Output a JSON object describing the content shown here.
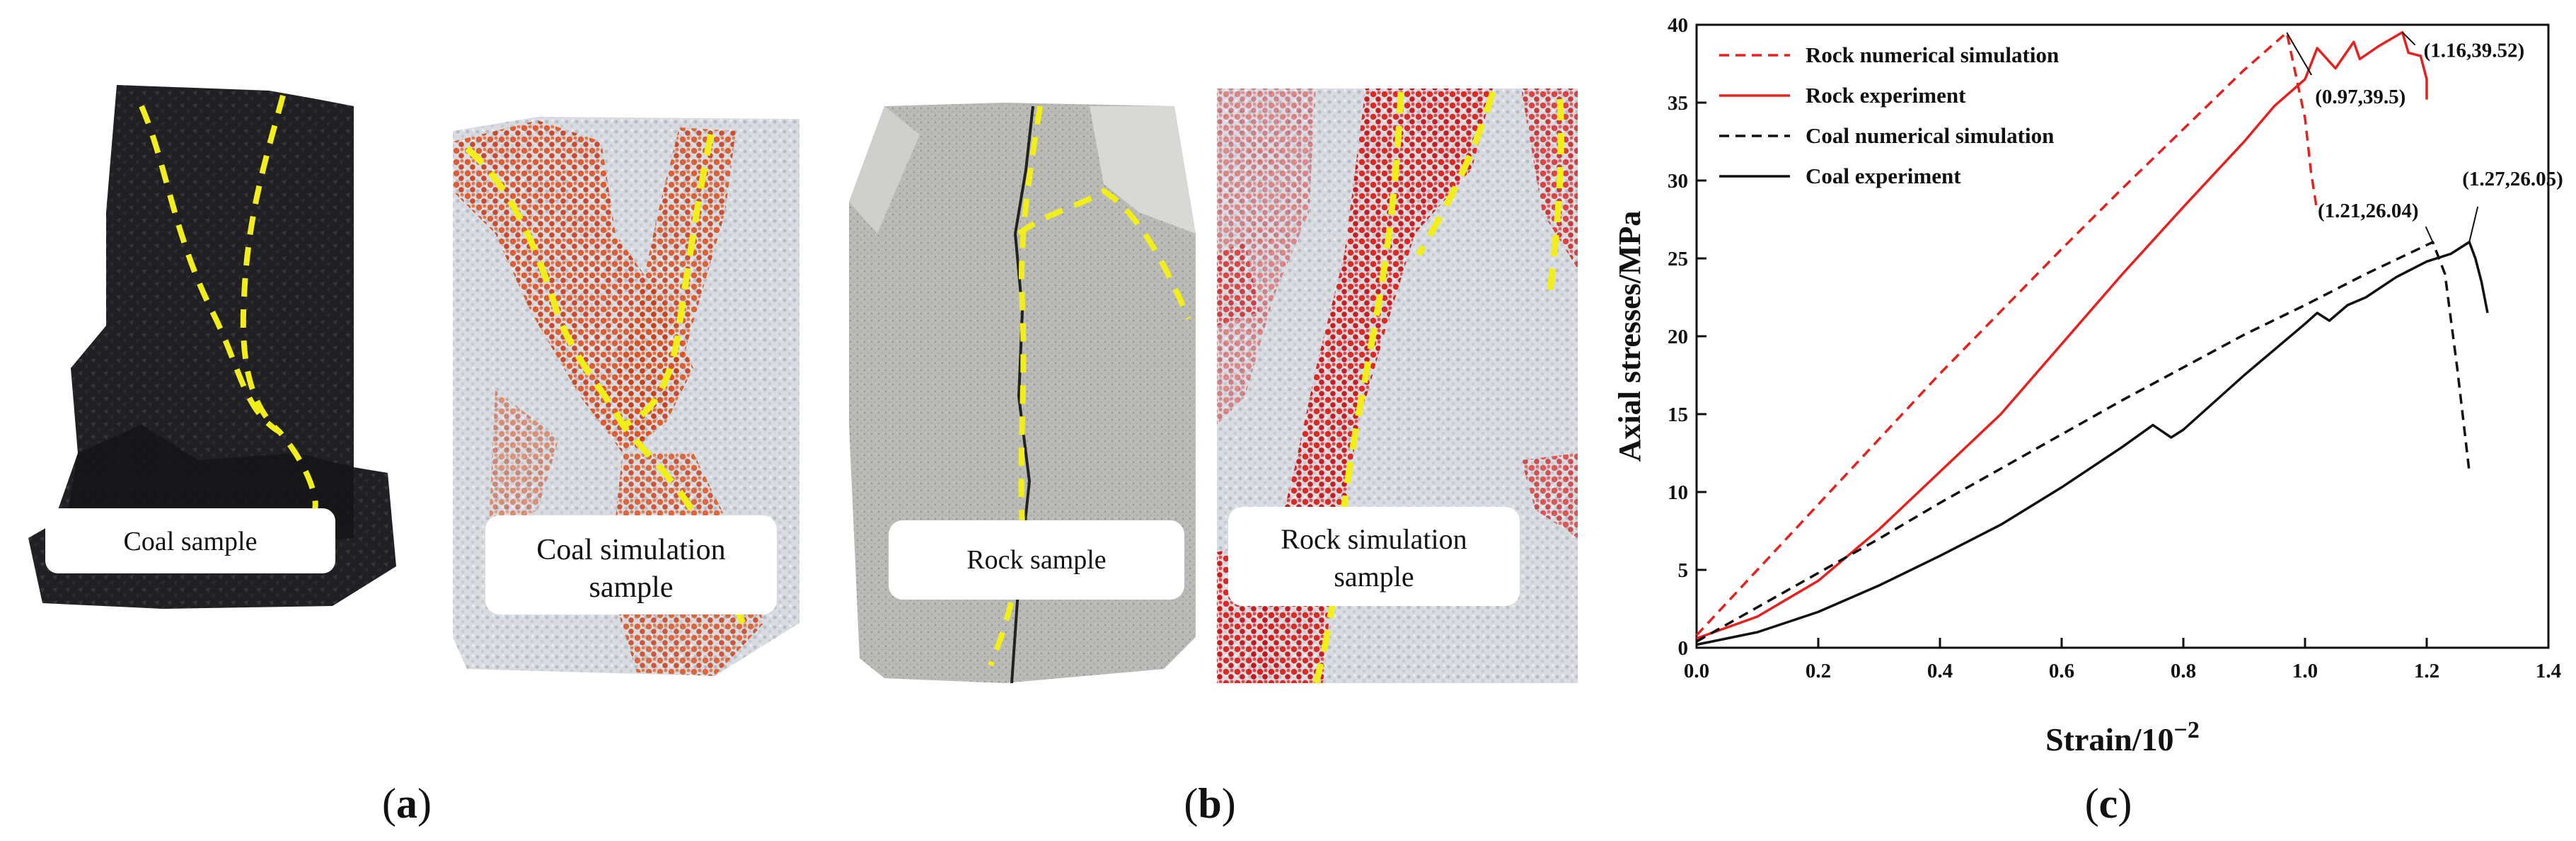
{
  "panels": {
    "a": {
      "label": "(a)",
      "letter": "a",
      "sample_label": "Coal sample",
      "sim_label_line1": "Coal simulation",
      "sim_label_line2": "sample"
    },
    "b": {
      "label": "(b)",
      "letter": "b",
      "sample_label": "Rock sample",
      "sim_label_line1": "Rock simulation",
      "sim_label_line2": "sample"
    },
    "c": {
      "label": "(c)",
      "letter": "c"
    }
  },
  "colors": {
    "rock": "#e8201d",
    "coal": "#111111",
    "crack": "#f2ee1a",
    "coal_body": "#1f1f22",
    "rock_body": "#b9b9b6",
    "sim_body": "#d9dde2"
  },
  "chart_data": {
    "type": "line",
    "xlabel": "Strain/10",
    "xlabel_exp": "−2",
    "ylabel": "Axial  stresses/MPa",
    "xlim": [
      0.0,
      1.4
    ],
    "ylim": [
      0,
      40
    ],
    "x_ticks": [
      "0.0",
      "0.2",
      "0.4",
      "0.6",
      "0.8",
      "1.0",
      "1.2",
      "1.4"
    ],
    "y_ticks": [
      "0",
      "5",
      "10",
      "15",
      "20",
      "25",
      "30",
      "35",
      "40"
    ],
    "legend_position": "top-left",
    "series": [
      {
        "name": "Rock numerical simulation",
        "style": "dashed",
        "color": "#e8201d",
        "x": [
          0.0,
          0.1,
          0.2,
          0.3,
          0.4,
          0.5,
          0.6,
          0.7,
          0.8,
          0.9,
          0.97,
          1.0,
          1.01,
          1.02
        ],
        "y": [
          0.8,
          5.0,
          9.2,
          13.4,
          17.6,
          21.6,
          25.6,
          29.5,
          33.3,
          37.1,
          39.5,
          34.0,
          30.5,
          28.0
        ]
      },
      {
        "name": "Rock experiment",
        "style": "solid",
        "color": "#e8201d",
        "x": [
          0.0,
          0.1,
          0.2,
          0.3,
          0.4,
          0.5,
          0.6,
          0.7,
          0.8,
          0.9,
          0.95,
          1.0,
          1.02,
          1.05,
          1.08,
          1.09,
          1.12,
          1.16,
          1.17,
          1.19,
          1.2,
          1.2
        ],
        "y": [
          0.6,
          2.0,
          4.3,
          7.6,
          11.3,
          15.0,
          19.5,
          24.0,
          28.3,
          32.5,
          34.8,
          36.5,
          38.5,
          37.2,
          38.9,
          37.8,
          38.6,
          39.52,
          38.2,
          38.0,
          36.5,
          35.2
        ]
      },
      {
        "name": "Coal numerical simulation",
        "style": "dashed",
        "color": "#111111",
        "x": [
          0.0,
          0.1,
          0.2,
          0.3,
          0.4,
          0.5,
          0.6,
          0.7,
          0.8,
          0.9,
          1.0,
          1.1,
          1.21,
          1.23,
          1.25,
          1.27
        ],
        "y": [
          0.4,
          2.6,
          4.8,
          7.0,
          9.3,
          11.5,
          13.7,
          15.9,
          18.0,
          20.1,
          22.0,
          24.0,
          26.04,
          24.0,
          18.0,
          11.3
        ]
      },
      {
        "name": "Coal experiment",
        "style": "solid",
        "color": "#111111",
        "x": [
          0.0,
          0.1,
          0.2,
          0.3,
          0.4,
          0.5,
          0.6,
          0.7,
          0.75,
          0.78,
          0.8,
          0.9,
          1.0,
          1.02,
          1.04,
          1.07,
          1.1,
          1.15,
          1.2,
          1.24,
          1.27,
          1.28,
          1.29,
          1.3
        ],
        "y": [
          0.2,
          1.0,
          2.3,
          4.0,
          5.9,
          7.9,
          10.3,
          12.9,
          14.3,
          13.5,
          14.0,
          17.5,
          20.8,
          21.5,
          21.0,
          22.0,
          22.5,
          23.8,
          24.8,
          25.3,
          26.05,
          25.0,
          23.5,
          21.5
        ]
      }
    ],
    "annotations": [
      {
        "text": "(1.16,39.52)",
        "x": 1.16,
        "y": 39.52
      },
      {
        "text": "(0.97,39.5)",
        "x": 0.97,
        "y": 39.5
      },
      {
        "text": "(1.27,26.05)",
        "x": 1.27,
        "y": 26.05
      },
      {
        "text": "(1.21,26.04)",
        "x": 1.21,
        "y": 26.04
      }
    ]
  }
}
